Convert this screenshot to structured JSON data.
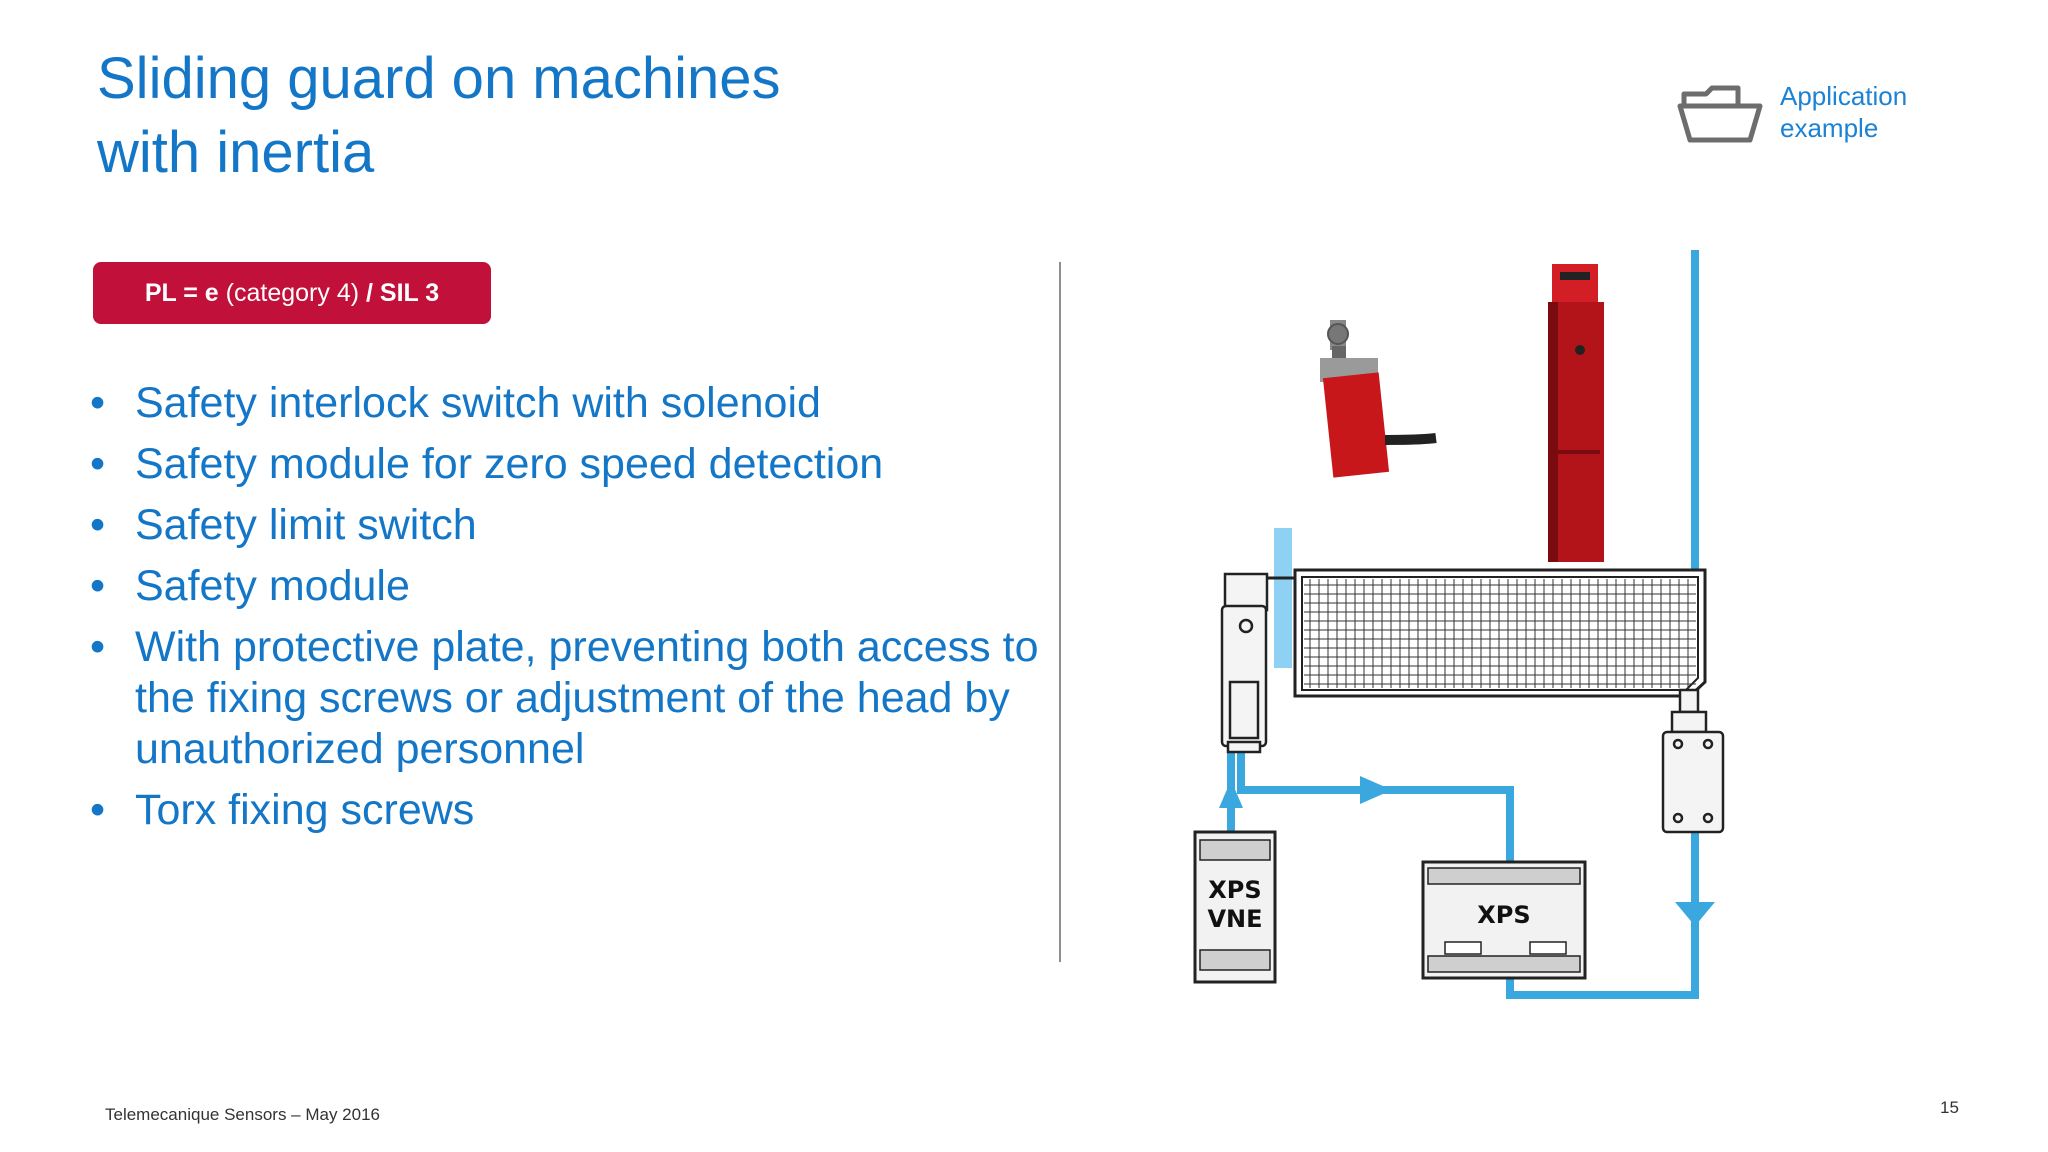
{
  "title": {
    "line1": "Sliding guard on machines",
    "line2": "with inertia"
  },
  "app_example": {
    "icon": "folder-open-icon",
    "line1": "Application",
    "line2": "example"
  },
  "badge": {
    "pl_label": "PL = e",
    "category": "(category 4)",
    "sil_label": "/ SIL 3",
    "color": "#c1103a"
  },
  "bullets": [
    "Safety interlock switch with solenoid",
    "Safety module for zero speed detection",
    "Safety limit switch",
    "Safety module",
    "With protective plate, preventing both access to the fixing screws or adjustment of the head by unauthorized personnel",
    "Torx fixing screws"
  ],
  "diagram": {
    "module_left_line1": "XPS",
    "module_left_line2": "VNE",
    "module_right": "XPS",
    "wire_color": "#3aa7df",
    "device_color": "#c8171b"
  },
  "footer": {
    "text": "Telemecanique Sensors  –  May 2016",
    "page": "15"
  },
  "accent_color": "#1476c6"
}
